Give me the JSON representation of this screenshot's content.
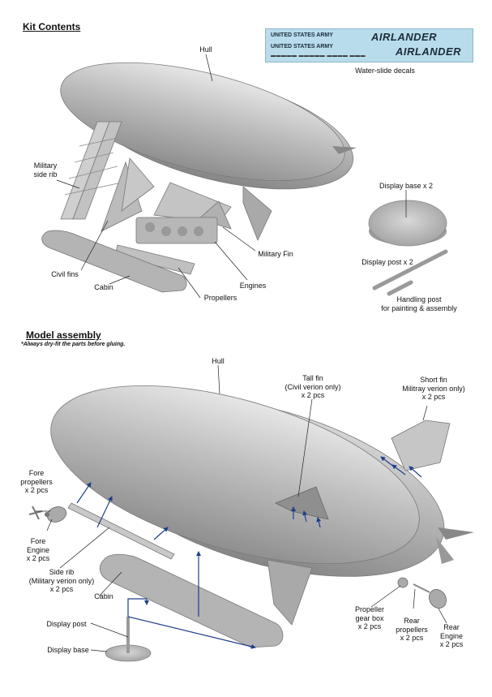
{
  "kit": {
    "title": "Kit Contents",
    "hull": "Hull",
    "decals": {
      "caption": "Water-slide decals",
      "army1": "UNITED STATES ARMY",
      "army2": "UNITED STATES ARMY",
      "logo1": "AIRLANDER",
      "logo2": "AIRLANDER",
      "bars": "▬▬▬▬▬ ▬▬▬▬▬ ▬▬▬▬ ▬▬▬"
    },
    "military_side_rib": "Military\nside rib",
    "display_base": "Display base x 2",
    "civil_fins": "Civil fins",
    "military_fin": "Military Fin",
    "display_post": "Display post x 2",
    "cabin": "Cabin",
    "engines": "Engines",
    "propellers": "Propellers",
    "handling_post": "Handling post\nfor painting & assembly"
  },
  "assembly": {
    "title": "Model assembly",
    "note": "*Always dry-fit the parts before gluing.",
    "hull": "Hull",
    "tall_fin": "Tall fin\n(Civil verion only)\nx 2 pcs",
    "short_fin": "Short fin\nMilitray verion only)\nx 2 pcs",
    "fore_propellers": "Fore\npropellers\nx 2 pcs",
    "fore_engine": "Fore\nEngine\nx 2 pcs",
    "side_rib": "Side rib\n(Military verion only)\nx 2 pcs",
    "cabin": "Cabin",
    "display_post": "Display post",
    "display_base": "Display base",
    "propeller_gear_box": "Propeller\ngear box\nx 2 pcs",
    "rear_propellers": "Rear\npropellers\nx 2 pcs",
    "rear_engine": "Rear\nEngine\nx 2 pcs"
  },
  "colors": {
    "part_gray": "#b8b8b8",
    "arrow_blue": "#1f3f8a",
    "decal_bg": "#b9dcec"
  }
}
